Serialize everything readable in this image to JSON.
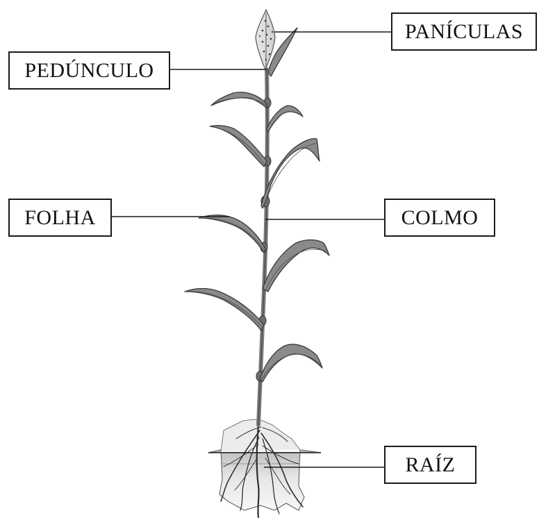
{
  "labels": {
    "paniculas": "PANÍCULAS",
    "peduncle": "PEDÚNCULO",
    "folha": "FOLHA",
    "colmo": "COLMO",
    "raiz": "RAÍZ"
  },
  "colors": {
    "leaf_fill": "#8a8a8a",
    "leaf_stroke": "#3a3a3a",
    "stem": "#7a7a7a",
    "soil": "#c8c8c8",
    "soil_edge": "#555555",
    "line": "#1a1a1a",
    "root": "#2e2e2e"
  }
}
